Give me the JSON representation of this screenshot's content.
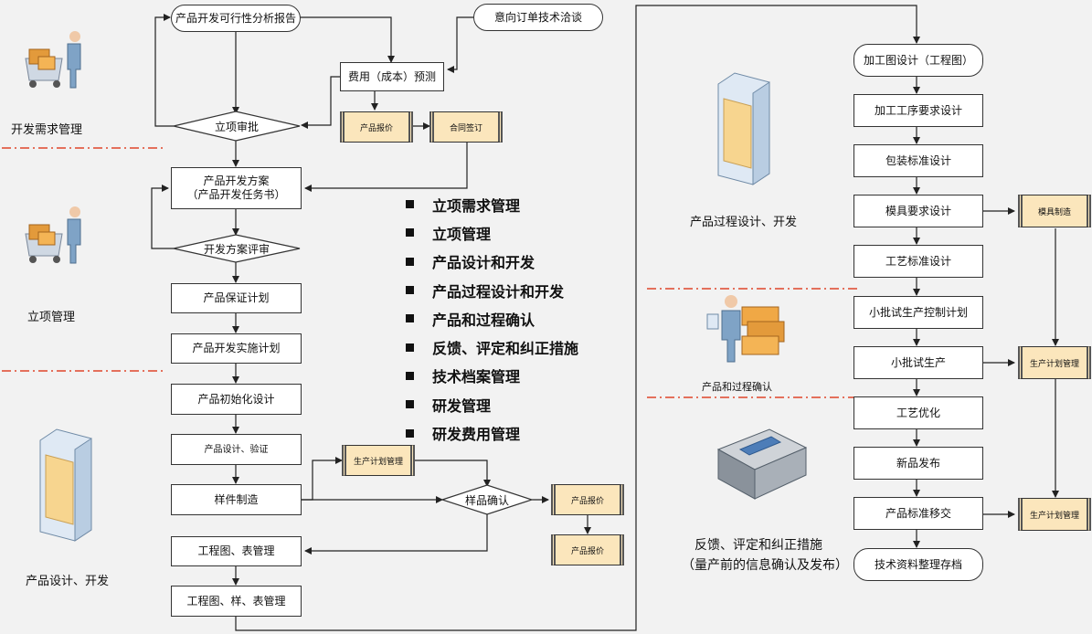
{
  "side_labels": {
    "dev_needs": "开发需求管理",
    "project_mgmt": "立项管理",
    "design_dev": "产品设计、开发",
    "process_design": "产品过程设计、开发",
    "validation": "产品和过程确认",
    "feedback_line1": "反馈、评定和纠正措施",
    "feedback_line2": "（量产前的信息确认及发布）"
  },
  "left_flow": {
    "feasibility": "产品开发可行性分析报告",
    "order_talk": "意向订单技术洽谈",
    "cost_forecast": "费用（成本）预测",
    "approval": "立项审批",
    "quote1": "产品报价",
    "contract": "合同签订",
    "plan_line1": "产品开发方案",
    "plan_line2": "（产品开发任务书）",
    "plan_review": "开发方案评审",
    "assurance": "产品保证计划",
    "implementation": "产品开发实施计划",
    "initial_design": "产品初始化设计",
    "design_verify": "产品设计、验证",
    "sample_make": "样件制造",
    "prod_plan": "生产计划管理",
    "sample_confirm": "样品确认",
    "quote2": "产品报价",
    "quote3": "产品报价",
    "drawing_mgmt": "工程图、表管理",
    "drawing_sample": "工程图、样、表管理"
  },
  "bullet_items": [
    "立项需求管理",
    "立项管理",
    "产品设计和开发",
    "产品过程设计和开发",
    "产品和过程确认",
    "反馈、评定和纠正措施",
    "技术档案管理",
    "研发管理",
    "研发费用管理"
  ],
  "right_flow": {
    "machining_design": "加工图设计（工程图）",
    "process_req": "加工工序要求设计",
    "packaging": "包装标准设计",
    "mold_req": "模具要求设计",
    "mold_make": "模具制造",
    "craft_std": "工艺标准设计",
    "pilot_plan": "小批试生产控制计划",
    "pilot_run": "小批试生产",
    "prod_plan2": "生产计划管理",
    "optimize": "工艺优化",
    "release": "新品发布",
    "handover": "产品标准移交",
    "prod_plan3": "生产计划管理",
    "archive": "技术资料整理存档"
  }
}
